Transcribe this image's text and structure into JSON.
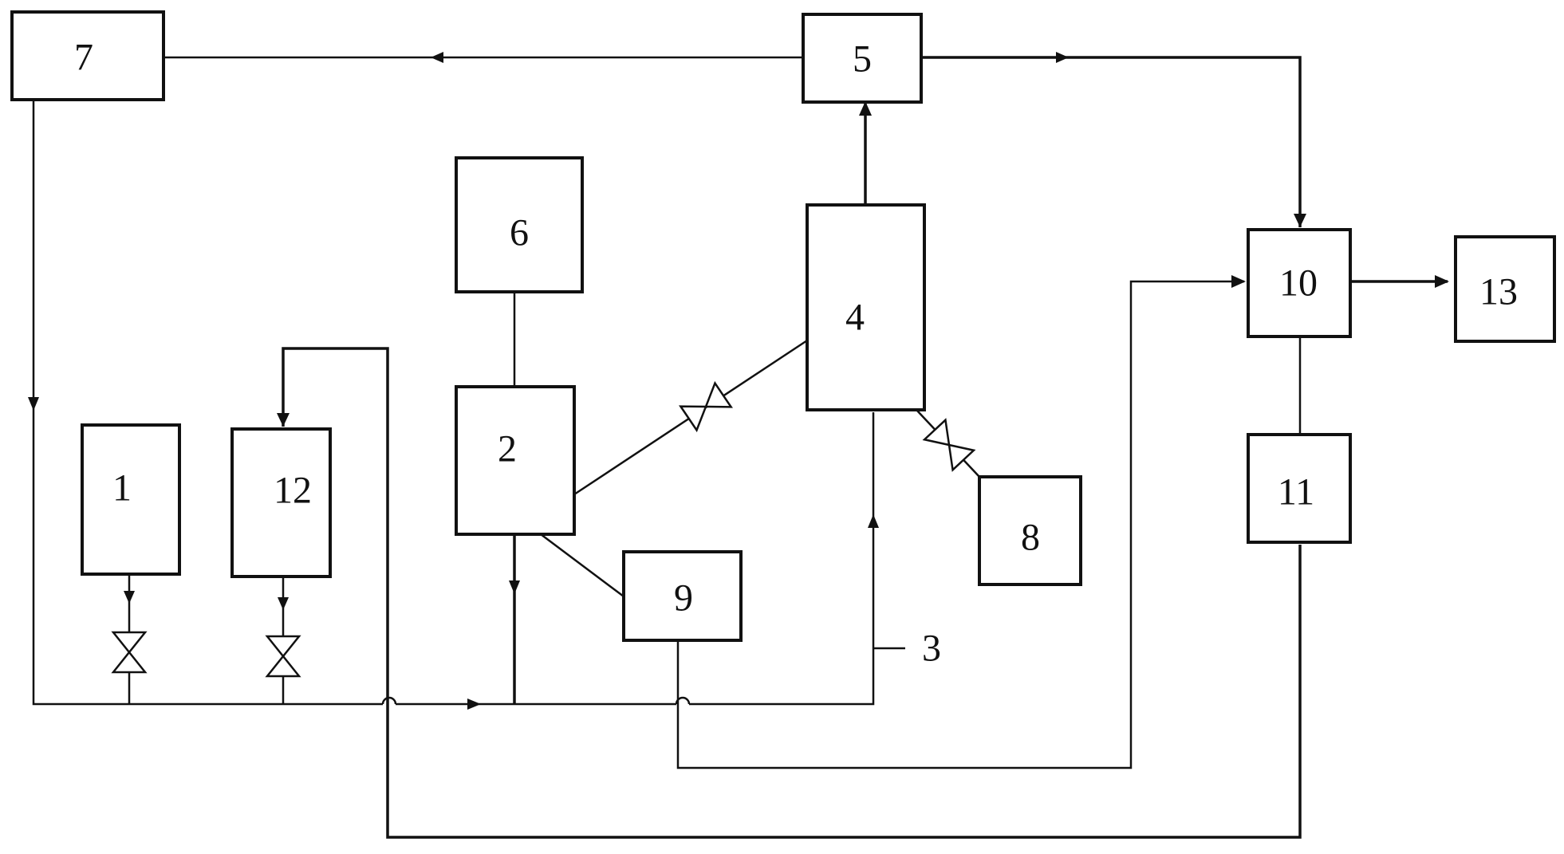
{
  "diagram": {
    "units": {
      "u1": "1",
      "u2": "2",
      "u3": "3",
      "u4": "4",
      "u5": "5",
      "u6": "6",
      "u7": "7",
      "u8": "8",
      "u9": "9",
      "u10": "10",
      "u11": "11",
      "u12": "12",
      "u13": "13"
    },
    "stroke_color": "#111111",
    "background_color": "#ffffff"
  }
}
